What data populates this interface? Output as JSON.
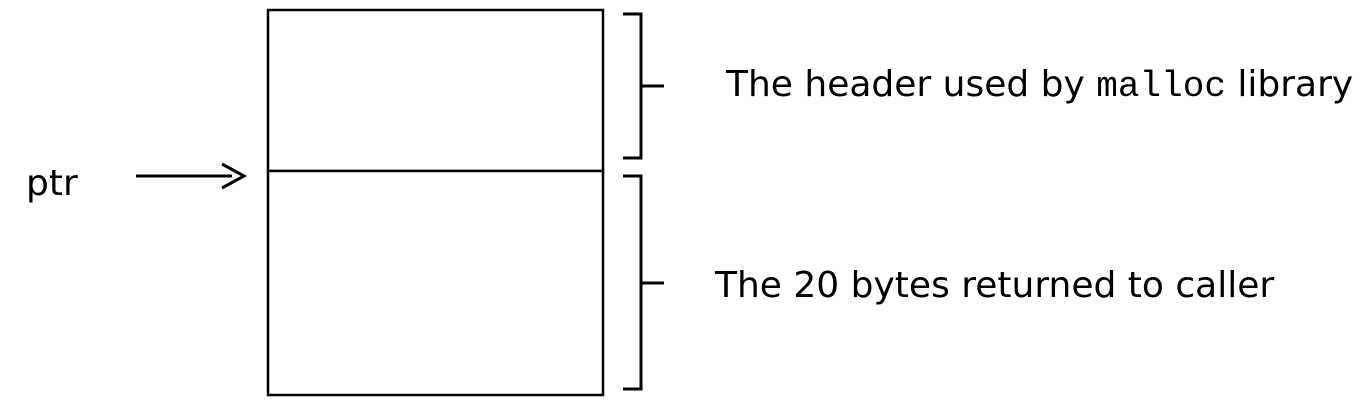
{
  "pointer": {
    "label": "ptr"
  },
  "header_block": {
    "text_before": "The header used by ",
    "code": "malloc",
    "text_after": " library"
  },
  "user_block": {
    "text": "The 20 bytes returned to caller"
  }
}
